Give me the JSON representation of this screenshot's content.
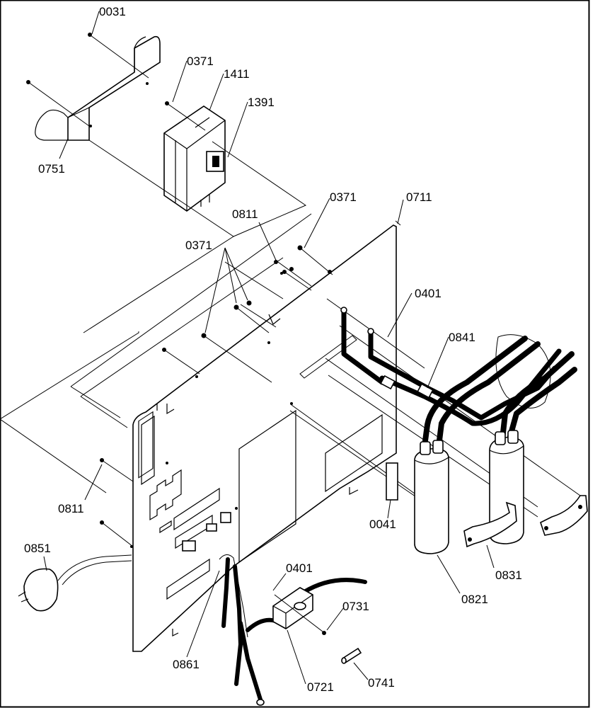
{
  "diagram": {
    "parts": [
      {
        "id": "p0031",
        "label": "0031"
      },
      {
        "id": "p0371a",
        "label": "0371"
      },
      {
        "id": "p1411",
        "label": "1411"
      },
      {
        "id": "p1391",
        "label": "1391"
      },
      {
        "id": "p0751",
        "label": "0751"
      },
      {
        "id": "p0371b",
        "label": "0371"
      },
      {
        "id": "p0711",
        "label": "0711"
      },
      {
        "id": "p0811a",
        "label": "0811"
      },
      {
        "id": "p0371c",
        "label": "0371"
      },
      {
        "id": "p0401a",
        "label": "0401"
      },
      {
        "id": "p0841",
        "label": "0841"
      },
      {
        "id": "p0811b",
        "label": "0811"
      },
      {
        "id": "p0041",
        "label": "0041"
      },
      {
        "id": "p0851",
        "label": "0851"
      },
      {
        "id": "p0401b",
        "label": "0401"
      },
      {
        "id": "p0731",
        "label": "0731"
      },
      {
        "id": "p0831",
        "label": "0831"
      },
      {
        "id": "p0821",
        "label": "0821"
      },
      {
        "id": "p0861",
        "label": "0861"
      },
      {
        "id": "p0721",
        "label": "0721"
      },
      {
        "id": "p0741",
        "label": "0741"
      }
    ]
  }
}
